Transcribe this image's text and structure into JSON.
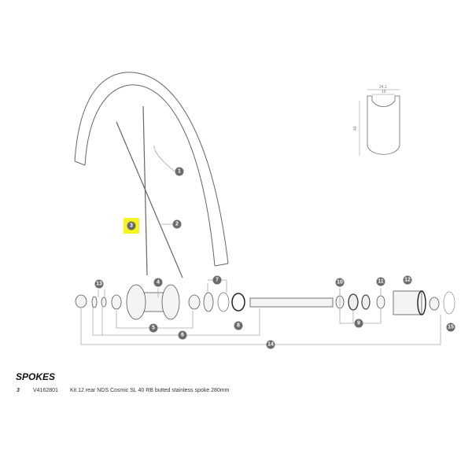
{
  "diagram": {
    "callouts": [
      "1",
      "2",
      "3",
      "4",
      "5",
      "6",
      "7",
      "8",
      "9",
      "10",
      "11",
      "12",
      "13",
      "14",
      "15"
    ],
    "highlighted_callout": "3",
    "highlight_color": "#f5f51e",
    "rim_profile_dims": {
      "outer_width": "24.1",
      "inner_width": "19",
      "height": "40"
    }
  },
  "parts_list": {
    "section_title": "SPOKES",
    "items": [
      {
        "ref": "3",
        "code": "V4162801",
        "description": "Kit 12 rear NDS Cosmic SL 40 RB butted stainless spoke 280mm"
      }
    ]
  }
}
